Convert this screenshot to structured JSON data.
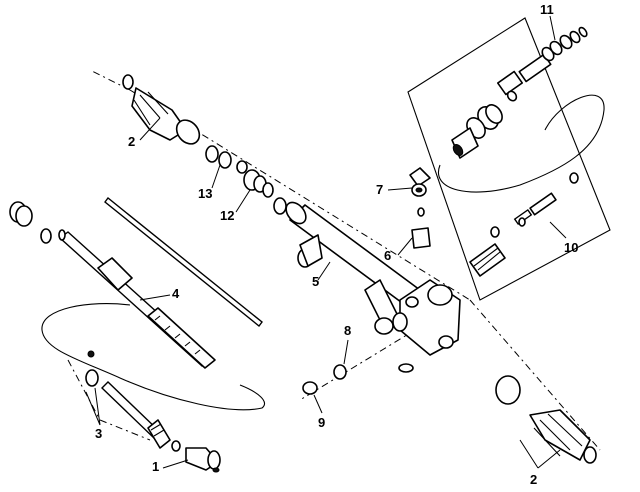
{
  "diagram": {
    "callouts": {
      "c1": "1",
      "c2a": "2",
      "c2b": "2",
      "c3": "3",
      "c4": "4",
      "c5": "5",
      "c6": "6",
      "c7": "7",
      "c8": "8",
      "c9": "9",
      "c10": "10",
      "c11": "11",
      "c12": "12",
      "c13": "13"
    }
  }
}
